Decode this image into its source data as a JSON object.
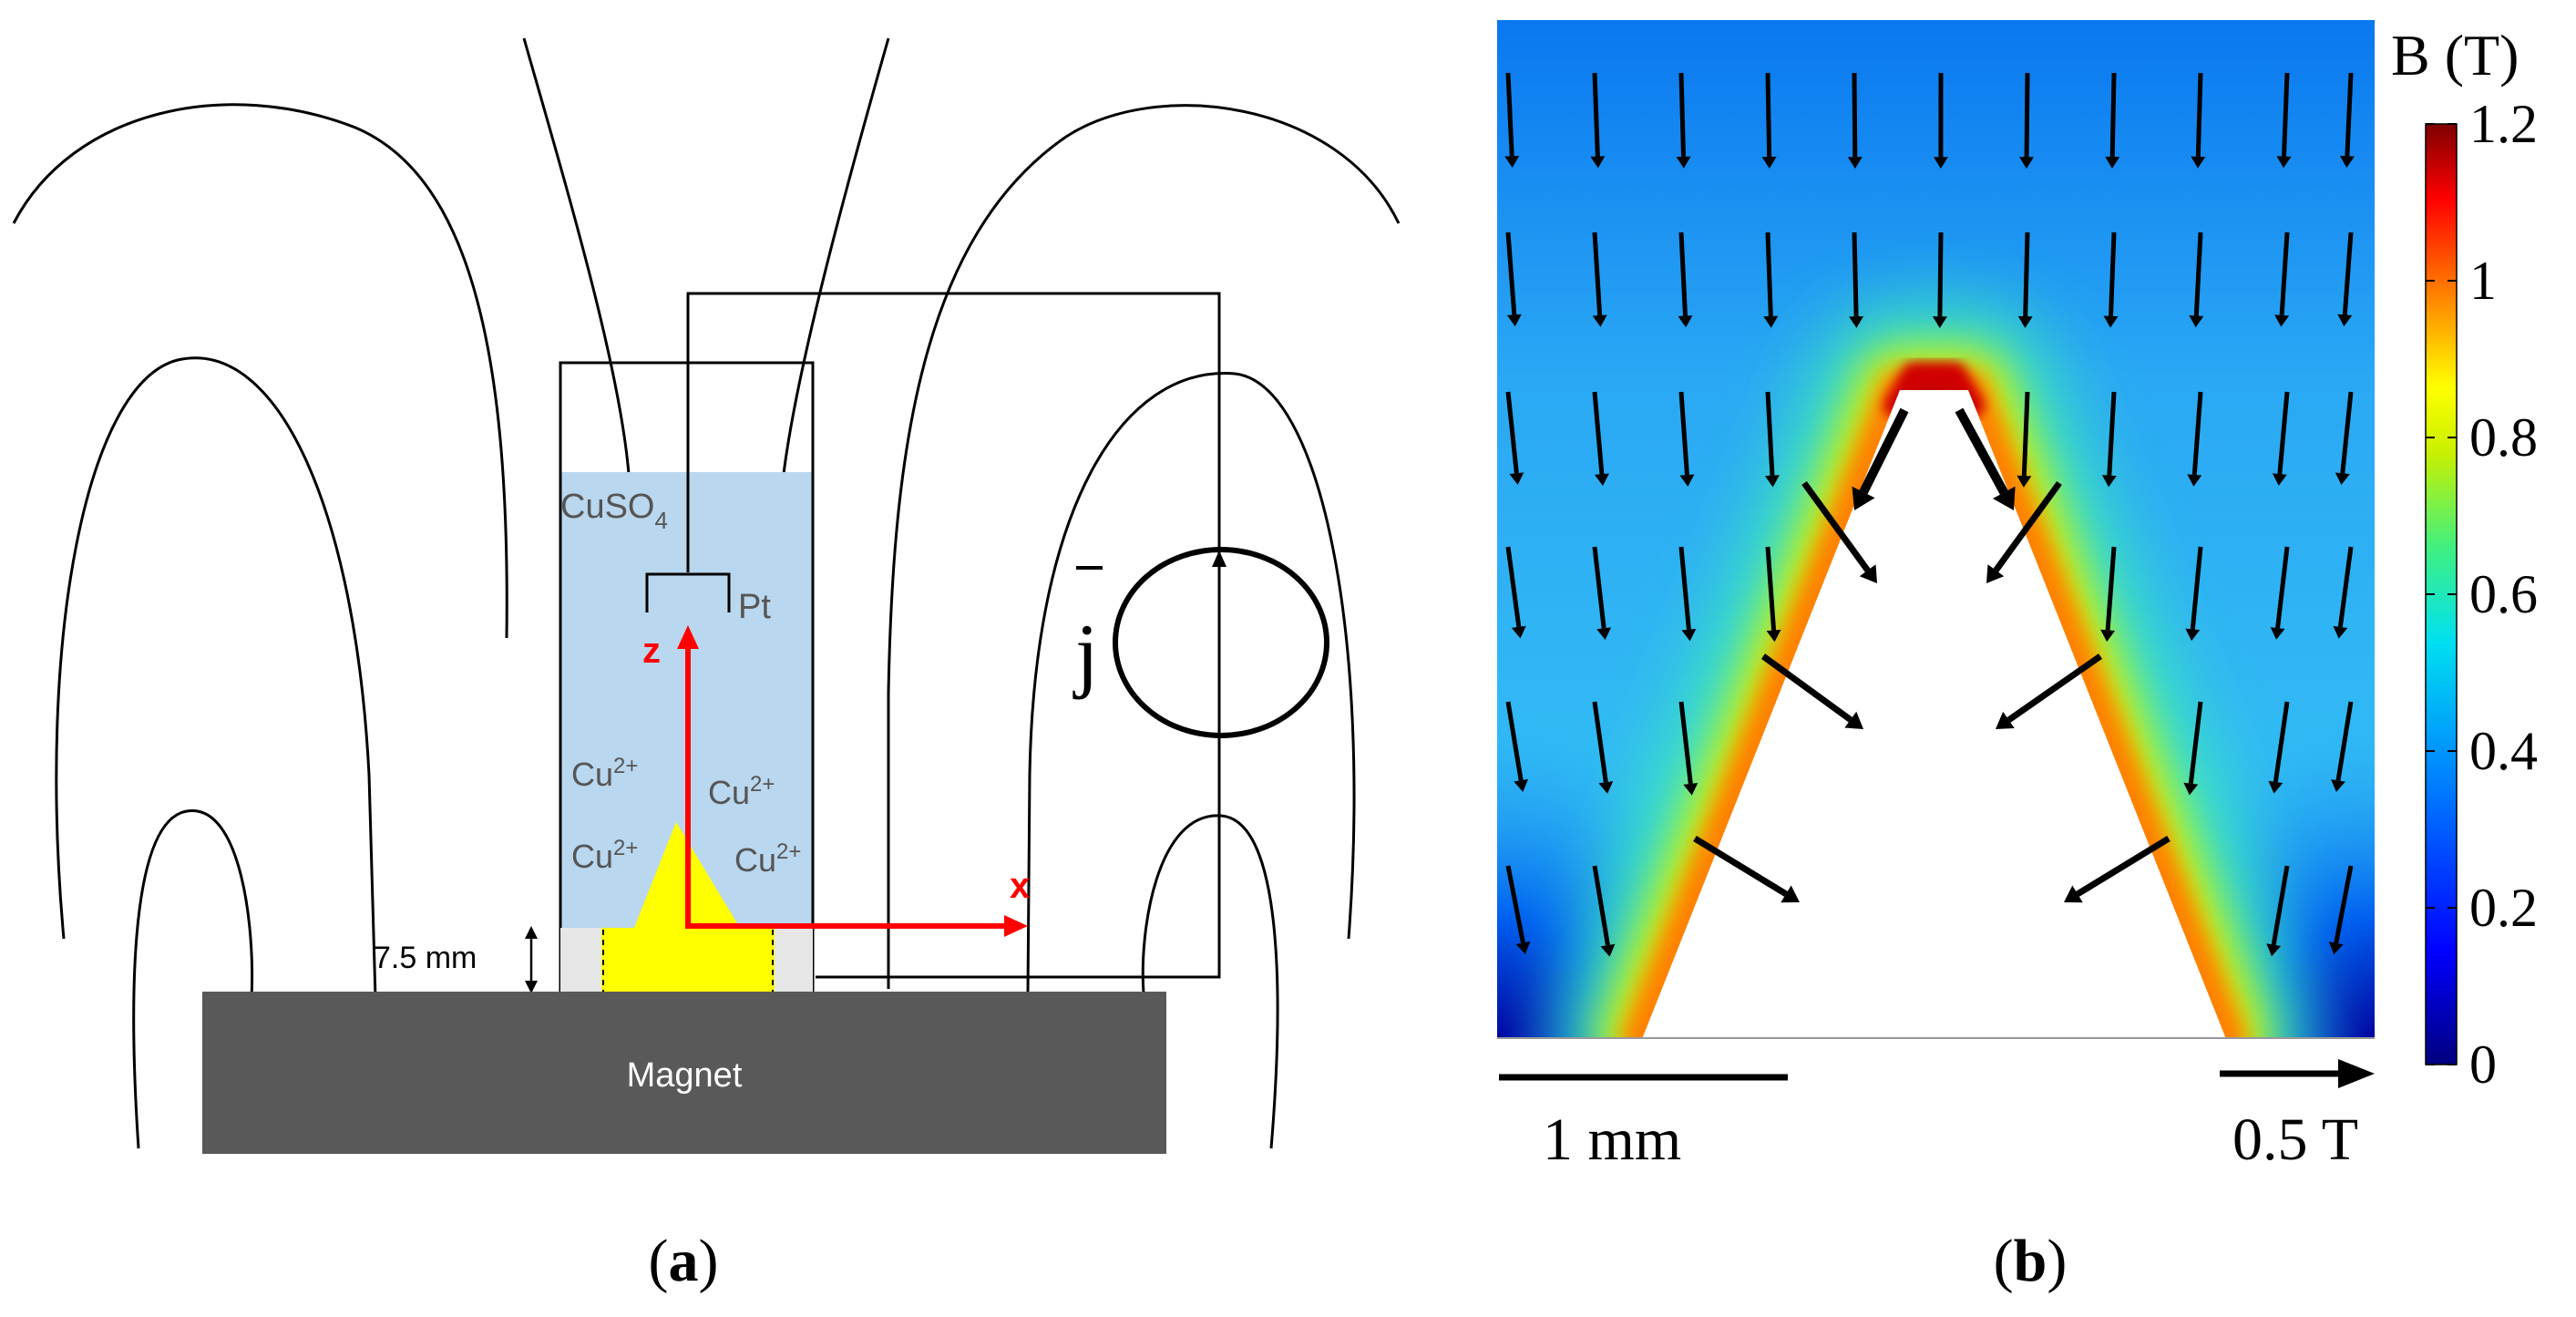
{
  "panel_a": {
    "caption_open": "(",
    "caption_letter": "a",
    "caption_close": ")",
    "electrolyte_label": "CuSO",
    "electrolyte_sub": "4",
    "electrode_label": "Pt",
    "axis_z": "z",
    "axis_x": "x",
    "ions": [
      {
        "base": "Cu",
        "sup": "2+"
      },
      {
        "base": "Cu",
        "sup": "2+"
      },
      {
        "base": "Cu",
        "sup": "2+"
      },
      {
        "base": "Cu",
        "sup": "2+"
      }
    ],
    "height_label": "7.5 mm",
    "magnet_label": "Magnet",
    "current_label": "j",
    "colors": {
      "electrolyte": "#b9d7ee",
      "cone": "#ffff00",
      "magnet": "#595959",
      "axes": "#ff0000",
      "collar": "#e6e6e6"
    }
  },
  "panel_b": {
    "caption_open": "(",
    "caption_letter": "b",
    "caption_close": ")",
    "colorbar_title": "B (T)",
    "colorbar_ticks": [
      "1.2",
      "1",
      "0.8",
      "0.6",
      "0.4",
      "0.2",
      "0"
    ],
    "colorbar_values": [
      1.2,
      1.0,
      0.8,
      0.6,
      0.4,
      0.2,
      0.0
    ],
    "colorbar_range": [
      0,
      1.2
    ],
    "scale_length_label": "1 mm",
    "scale_field_label": "0.5 T",
    "colormap": "rainbow",
    "colors": {
      "field_background": "#2aa0f0",
      "peak": "#c00000"
    }
  }
}
